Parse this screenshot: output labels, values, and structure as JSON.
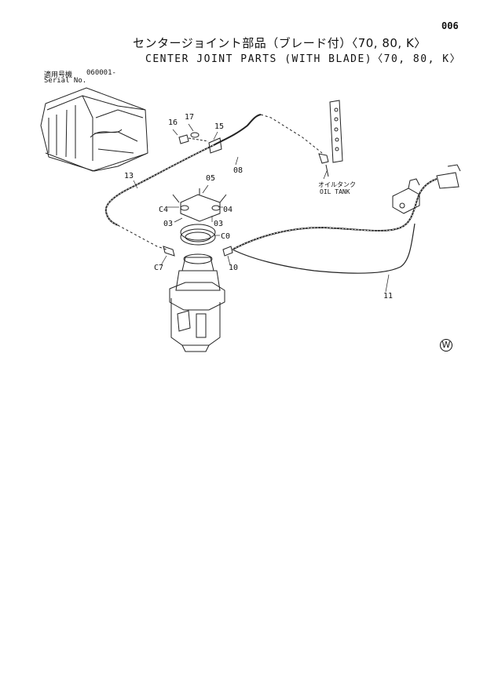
{
  "page_number": "006",
  "title_jp": "センタージョイント部品（ブレード付）〈70, 80, K〉",
  "title_en": "CENTER JOINT PARTS (WITH BLADE)〈70, 80, K〉",
  "serial": {
    "label_jp": "適用号機",
    "label_en": "Serial No.",
    "value": "060001-"
  },
  "oil_tank": {
    "label_jp": "オイルタンク",
    "label_en": "OIL TANK"
  },
  "variant_mark": "W",
  "callouts": [
    "16",
    "17",
    "15",
    "13",
    "08",
    "05",
    "C4",
    "04",
    "03",
    "03",
    "C0",
    "C7",
    "10",
    "11"
  ]
}
